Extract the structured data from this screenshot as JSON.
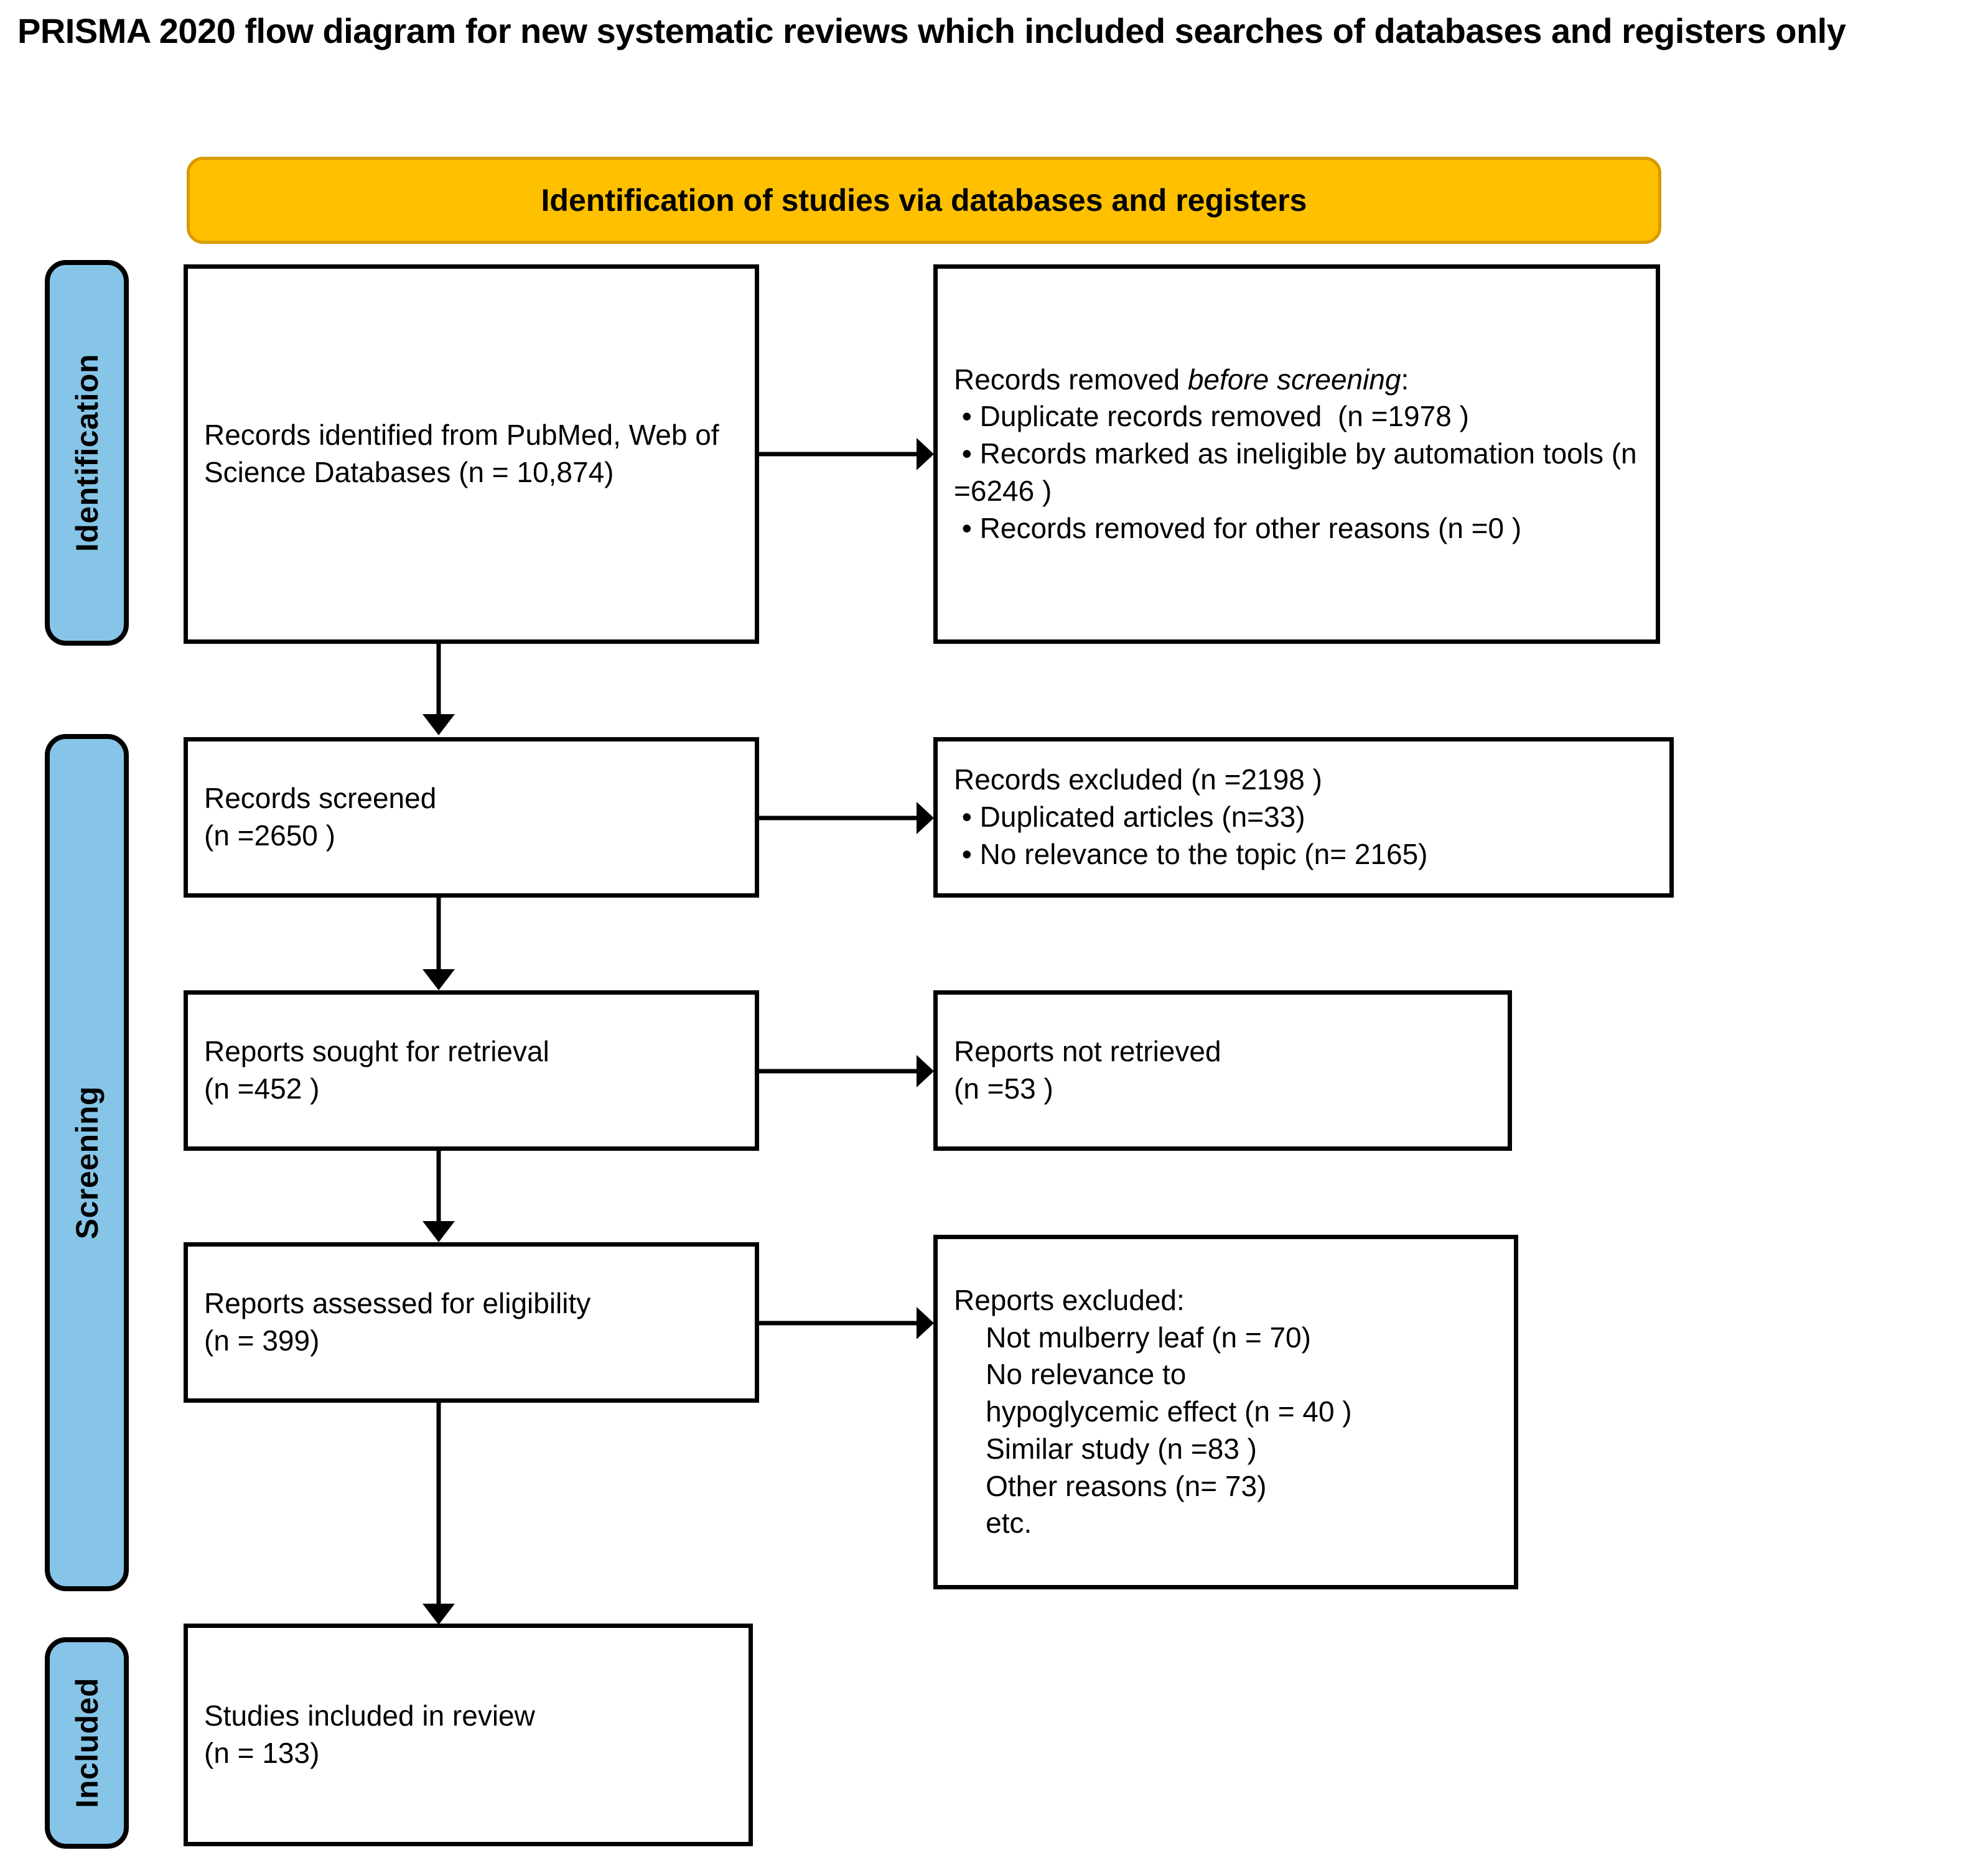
{
  "page": {
    "title": "PRISMA 2020 flow diagram for new systematic reviews which included searches of databases and registers only",
    "background_color": "#ffffff"
  },
  "colors": {
    "banner_fill": "#FFC000",
    "banner_border": "#D79B00",
    "phase_fill": "#86C5E8",
    "phase_border": "#000000",
    "box_border": "#000000",
    "text": "#000000"
  },
  "banner": {
    "label": "Identification of studies via databases and registers"
  },
  "phases": [
    {
      "key": "identification",
      "label": "Identification"
    },
    {
      "key": "screening",
      "label": "Screening"
    },
    {
      "key": "included",
      "label": "Included"
    }
  ],
  "boxes": {
    "records_identified": {
      "name": "Records identified",
      "text": "Records identified from PubMed, Web of Science Databases (n = 10,874)"
    },
    "records_removed": {
      "name": "Records removed before screening",
      "heading": "Records removed ",
      "heading_italic": "before screening",
      "heading_tail": ":",
      "items": [
        " • Duplicate records removed  (n =1978 )",
        " • Records marked as ineligible by automation tools (n =6246 )",
        " • Records removed for other reasons (n =0 )"
      ]
    },
    "records_screened": {
      "name": "Records screened",
      "text": "Records screened\n(n =2650 )"
    },
    "records_excluded": {
      "name": "Records excluded",
      "text": "Records excluded (n =2198 )\n • Duplicated articles (n=33)\n • No relevance to the topic (n= 2165)"
    },
    "reports_sought": {
      "name": "Reports sought for retrieval",
      "text": "Reports sought for retrieval\n(n =452 )"
    },
    "reports_not_retrieved": {
      "name": "Reports not retrieved",
      "text": "Reports not retrieved\n(n =53 )"
    },
    "reports_assessed": {
      "name": "Reports assessed for eligibility",
      "text": "Reports assessed for eligibility\n(n = 399)"
    },
    "reports_excluded": {
      "name": "Reports excluded",
      "text": "Reports excluded:\n    Not mulberry leaf (n = 70)\n    No relevance to\n    hypoglycemic effect (n = 40 )\n    Similar study (n =83 )\n    Other reasons (n= 73)\n    etc."
    },
    "studies_included": {
      "name": "Studies included in review",
      "text": "Studies included in review\n(n = 133)"
    }
  },
  "chart_data": {
    "type": "diagram",
    "title": "PRISMA 2020 flow diagram for new systematic reviews which included searches of databases and registers only",
    "stages": [
      {
        "phase": "Identification",
        "node": "Records identified from PubMed, Web of Science Databases",
        "n": 10874,
        "excluded_node": "Records removed before screening",
        "excluded_breakdown": [
          {
            "reason": "Duplicate records removed",
            "n": 1978
          },
          {
            "reason": "Records marked as ineligible by automation tools",
            "n": 6246
          },
          {
            "reason": "Records removed for other reasons",
            "n": 0
          }
        ]
      },
      {
        "phase": "Screening",
        "node": "Records screened",
        "n": 2650,
        "excluded_node": "Records excluded",
        "excluded_n": 2198,
        "excluded_breakdown": [
          {
            "reason": "Duplicated articles",
            "n": 33
          },
          {
            "reason": "No relevance to the topic",
            "n": 2165
          }
        ]
      },
      {
        "phase": "Screening",
        "node": "Reports sought for retrieval",
        "n": 452,
        "excluded_node": "Reports not retrieved",
        "excluded_n": 53
      },
      {
        "phase": "Screening",
        "node": "Reports assessed for eligibility",
        "n": 399,
        "excluded_node": "Reports excluded",
        "excluded_breakdown": [
          {
            "reason": "Not mulberry leaf",
            "n": 70
          },
          {
            "reason": "No relevance to hypoglycemic effect",
            "n": 40
          },
          {
            "reason": "Similar study",
            "n": 83
          },
          {
            "reason": "Other reasons",
            "n": 73
          },
          {
            "reason": "etc.",
            "n": null
          }
        ]
      },
      {
        "phase": "Included",
        "node": "Studies included in review",
        "n": 133
      }
    ]
  }
}
